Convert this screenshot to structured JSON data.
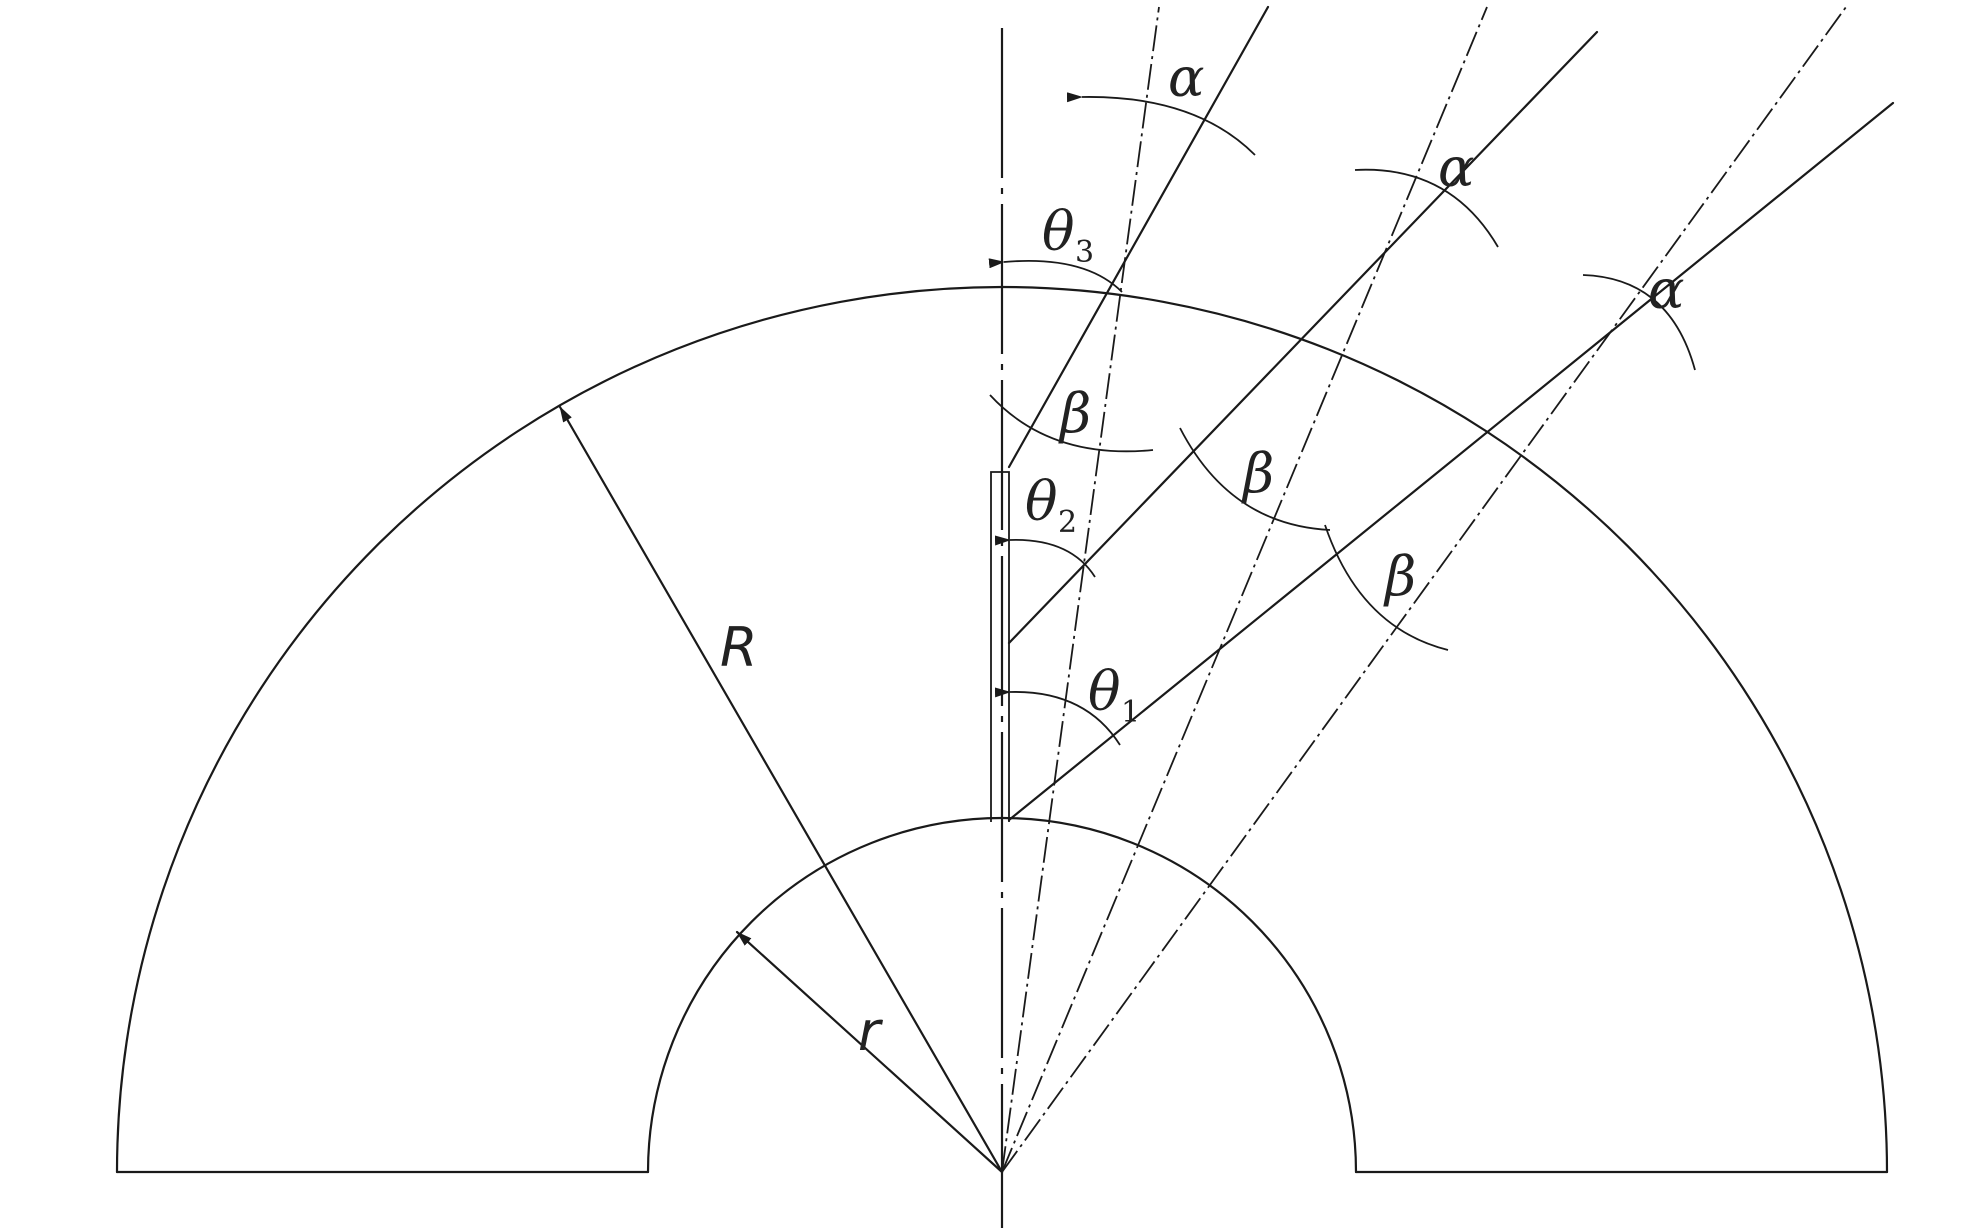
{
  "labels": {
    "R": "R",
    "r": "r",
    "alpha": "α",
    "beta": "β",
    "theta": "θ",
    "sub_1": "1",
    "sub_2": "2",
    "sub_3": "3"
  },
  "colors": {
    "line": "#1a1a1a",
    "text": "#222222",
    "background": "#ffffff"
  }
}
